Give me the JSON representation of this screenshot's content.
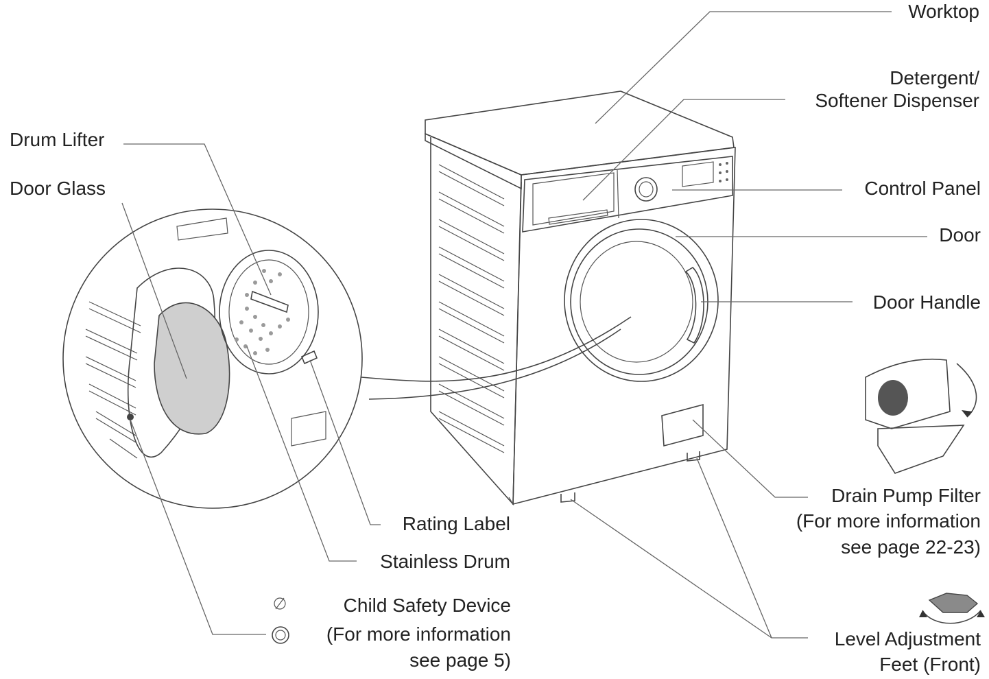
{
  "labels": {
    "worktop": "Worktop",
    "dispenser_line1": "Detergent/",
    "dispenser_line2": "Softener Dispenser",
    "control_panel": "Control Panel",
    "door": "Door",
    "door_handle": "Door Handle",
    "drain_line1": "Drain Pump Filter",
    "drain_line2": "(For more information",
    "drain_line3": "see page 22-23)",
    "level_line1": "Level Adjustment",
    "level_line2": "Feet (Front)",
    "drum_lifter": "Drum Lifter",
    "door_glass": "Door Glass",
    "rating_label": "Rating Label",
    "stainless_drum": "Stainless Drum",
    "child_line1": "Child Safety Device",
    "child_line2": "(For more information",
    "child_line3": "see page 5)"
  },
  "icons": [
    "washing-machine-illustration",
    "door-closeup-illustration",
    "drain-pump-filter-icon",
    "level-foot-icon",
    "child-lock-knob-icon"
  ]
}
